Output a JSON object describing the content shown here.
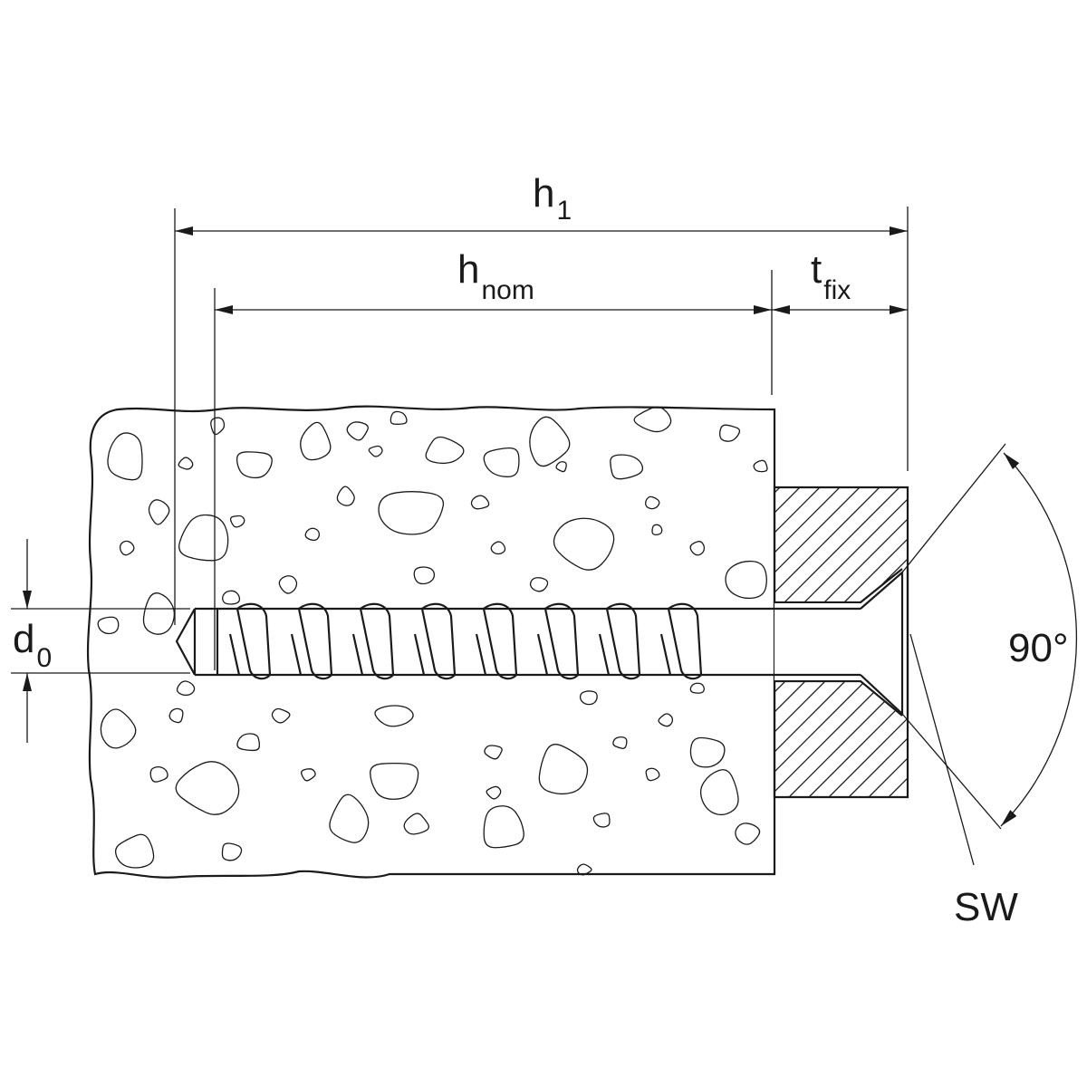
{
  "labels": {
    "h1": {
      "main": "h",
      "sub": "1"
    },
    "hnom": {
      "main": "h",
      "sub": "nom"
    },
    "tfix": {
      "main": "t",
      "sub": "fix"
    },
    "d0": {
      "main": "d",
      "sub": "0"
    },
    "angle": "90°",
    "sw": "SW"
  },
  "colors": {
    "line": "#1a1a1a",
    "background": "#ffffff"
  }
}
